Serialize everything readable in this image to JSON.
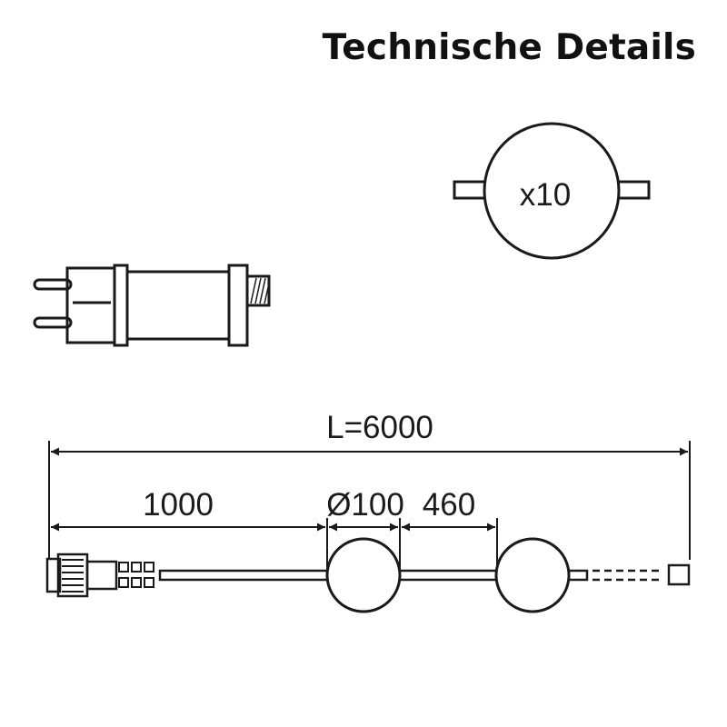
{
  "title": "Technische Details",
  "bulb_quantity": "x10",
  "dimensions": {
    "total_length": "L=6000",
    "lead_length": "1000",
    "bulb_diameter": "Ø100",
    "bulb_spacing": "460"
  }
}
